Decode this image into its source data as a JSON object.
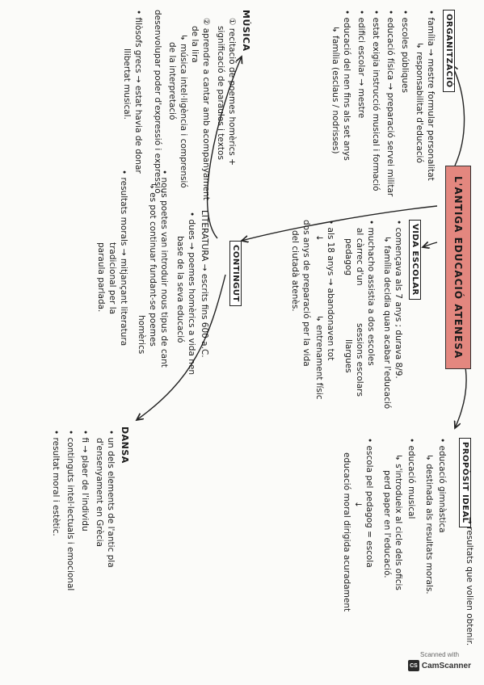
{
  "title": "L'ANTIGA EDUCACIÓ ATENESA",
  "proposit_ideal": {
    "label": "PROPÒSIT IDEAL",
    "lines": [
      "→ resultats que volien obtenir.",
      "• educació gimnàstica",
      "↳ destinada als resultats morals.",
      "• educació musical",
      "↳ s'introdueix al cicle dels oficis",
      "perd paper en l'educació.",
      "• escola pel pedagog = escola",
      "↓",
      "educació moral dirigida acuradament"
    ]
  },
  "vida_escolar": {
    "label": "VIDA ESCOLAR",
    "lines": [
      "• començava als 7 anys ; durava 8/9.",
      "↳ família decidia quan acabar l'educació",
      "• muchacho assistia a dos escoles",
      "al càrrec d'un",
      "sessions escolars",
      "pedagog",
      "llargues",
      "• als 18 anys → abandonaven tot",
      "↓",
      "↳ entrenament físic",
      "dos anys de preparació per la vida",
      "del ciutadà atenès."
    ]
  },
  "organitzacio": {
    "label": "ORGANITZACIÓ",
    "lines": [
      "• família → mestre formular personalitat",
      "↳ responsabilitat d'educació",
      "• escoles públiques",
      "• educació física → preparació servei militar",
      "• estat exigia instrucció musical i formació",
      "• edifici escolar → mestre",
      "• educació del nen fins als set anys",
      "↳ família (esclaus / nodrisses)"
    ]
  },
  "musica": {
    "label": "MÚSICA",
    "lines": [
      "① recitació de poemes homèrics +",
      "significació de paraules i textos",
      "② aprendre a cantar amb acompanyament",
      "de la lira",
      "↳ música intel·ligència i comprensió",
      "de la interpretació",
      "• filòsofs grecs → estat havia de donar",
      "llibertat musical.",
      "desenvolupar poder d'expressió i expressió"
    ]
  },
  "contingut": {
    "label": "CONTINGUT",
    "literatura": [
      "LITERATURA → escrits fins 600 a.C.",
      "• dues → poemes homèrics a vida nen",
      "base de la seva educació",
      "• nous poetes van introduir nous tipus de cant",
      "↳ es pot continuar fundant-se poemes",
      "homèrics",
      "• resultats morals → mitjançant literatura",
      "tradicional per la",
      "paraula parlada."
    ],
    "dansa": [
      "DANSA",
      "• un dels elements de l'antic pla",
      "d'ensenyament en Grècia",
      "• fi → plaer de l'individu",
      "• continguts intel·lectuals i emocional",
      "• resultat moral i estètic."
    ]
  },
  "stamp": {
    "scanned": "Scanned with",
    "logo": "CS",
    "name": "CamScanner"
  },
  "colors": {
    "title_fill": "#e3877f",
    "ink": "#1b1b1b"
  }
}
